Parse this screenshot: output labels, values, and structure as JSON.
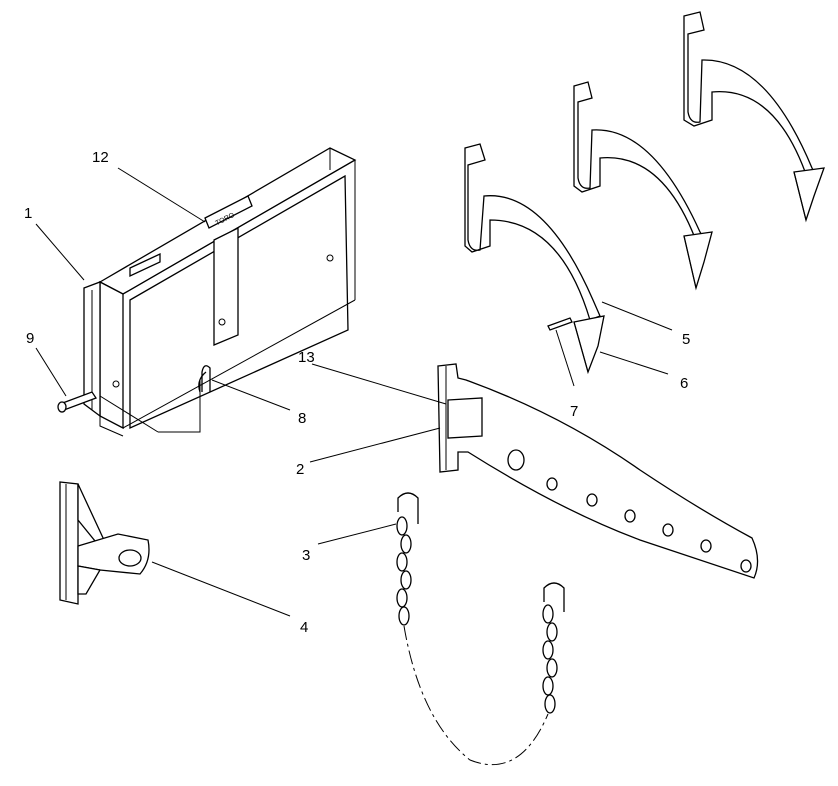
{
  "callouts": {
    "c1": "1",
    "c2": "2",
    "c3": "3",
    "c4": "4",
    "c5": "5",
    "c6": "6",
    "c7": "7",
    "c8": "8",
    "c9": "9",
    "c12": "12",
    "c13": "13"
  },
  "colors": {
    "line": "#000000",
    "background": "#ffffff"
  }
}
